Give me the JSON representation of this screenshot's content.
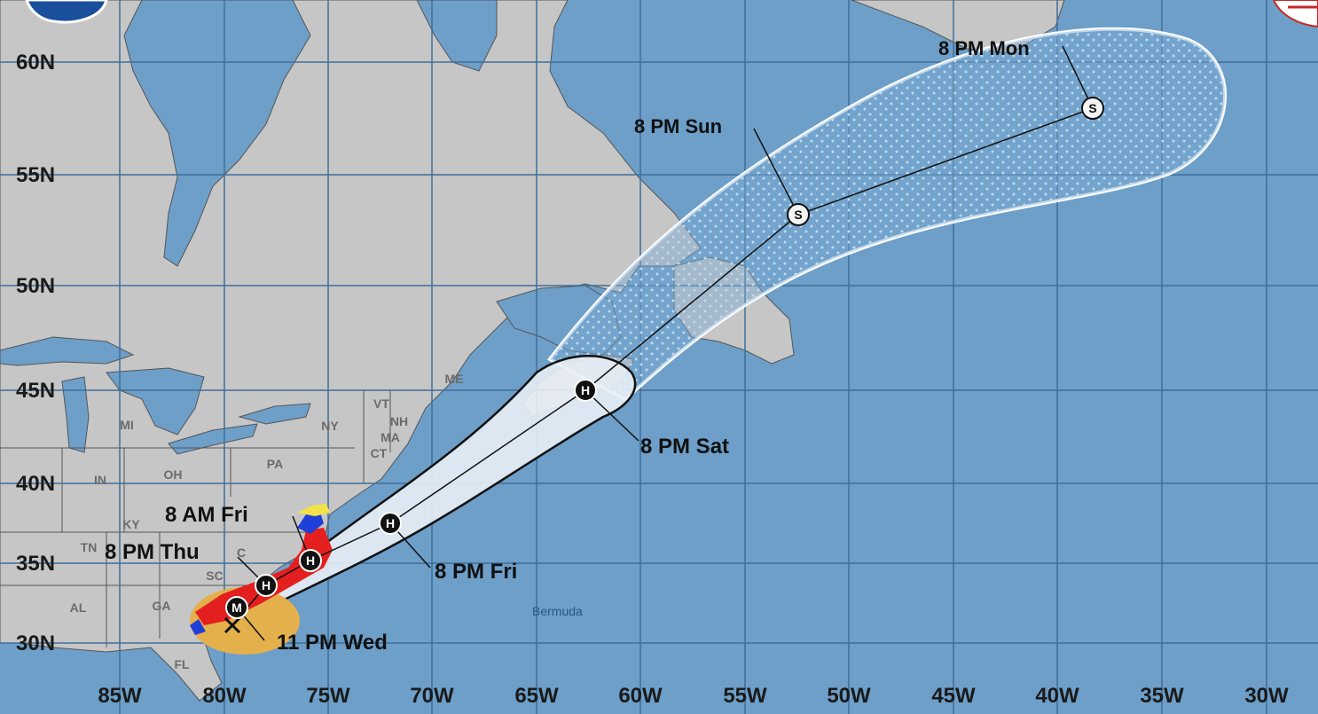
{
  "map": {
    "colors": {
      "ocean": "#6d9fc9",
      "land": "#c6c6c6",
      "grid": "#3f6f9a",
      "cone_near": "#e8eef5",
      "cone_far_dots": "#ffffff",
      "hurricane_warning": "#e41f1f",
      "tropical_storm_warning": "#1f3fd9",
      "watch_yellow": "#f3e24a",
      "wind_field": "#e3b04b"
    },
    "lon_labels": [
      "85W",
      "80W",
      "75W",
      "70W",
      "65W",
      "60W",
      "55W",
      "50W",
      "45W",
      "40W",
      "35W",
      "30W"
    ],
    "lat_labels": [
      "60N",
      "55N",
      "50N",
      "45N",
      "40N",
      "35N",
      "30N"
    ],
    "state_labels": [
      "MI",
      "IN",
      "OH",
      "PA",
      "NY",
      "VT",
      "NH",
      "MA",
      "CT",
      "ME",
      "KY",
      "TN",
      "SC",
      "C",
      "AL",
      "GA",
      "FL"
    ],
    "place_labels": {
      "bermuda": "Bermuda"
    },
    "forecast_points": [
      {
        "time": "11 PM Wed",
        "symbol": "M"
      },
      {
        "time": "8 PM Thu",
        "symbol": "H"
      },
      {
        "time": "8 AM Fri",
        "symbol": "H"
      },
      {
        "time": "8 PM Fri",
        "symbol": "H"
      },
      {
        "time": "8 PM Sat",
        "symbol": "H"
      },
      {
        "time": "8 PM Sun",
        "symbol": "S"
      },
      {
        "time": "8 PM Mon",
        "symbol": "S"
      }
    ]
  }
}
